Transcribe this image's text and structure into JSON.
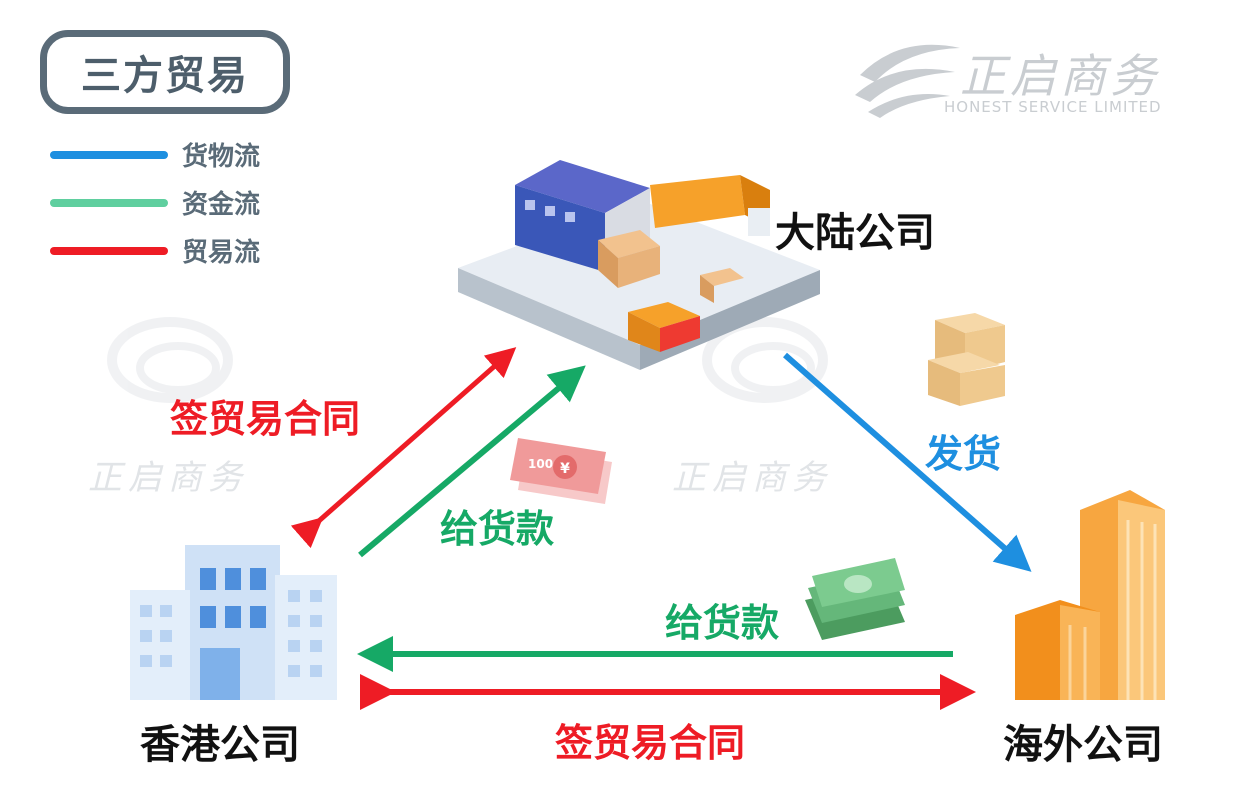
{
  "title": "三方贸易",
  "legend": {
    "goods": {
      "label": "货物流",
      "color": "#1e8fe0"
    },
    "funds": {
      "label": "资金流",
      "color": "#5fcf9f"
    },
    "trade": {
      "label": "贸易流",
      "color": "#ee1c25"
    }
  },
  "logo": {
    "name": "正启商务",
    "subtitle": "HONEST SERVICE LIMITED"
  },
  "watermark": "正启商务",
  "companies": {
    "mainland": "大陆公司",
    "hongkong": "香港公司",
    "overseas": "海外公司"
  },
  "flows": {
    "hk_mainland_contract": "签贸易合同",
    "hk_mainland_payment": "给货款",
    "mainland_overseas_ship": "发货",
    "overseas_hk_payment": "给货款",
    "hk_overseas_contract": "签贸易合同"
  },
  "banknote_value": "100"
}
